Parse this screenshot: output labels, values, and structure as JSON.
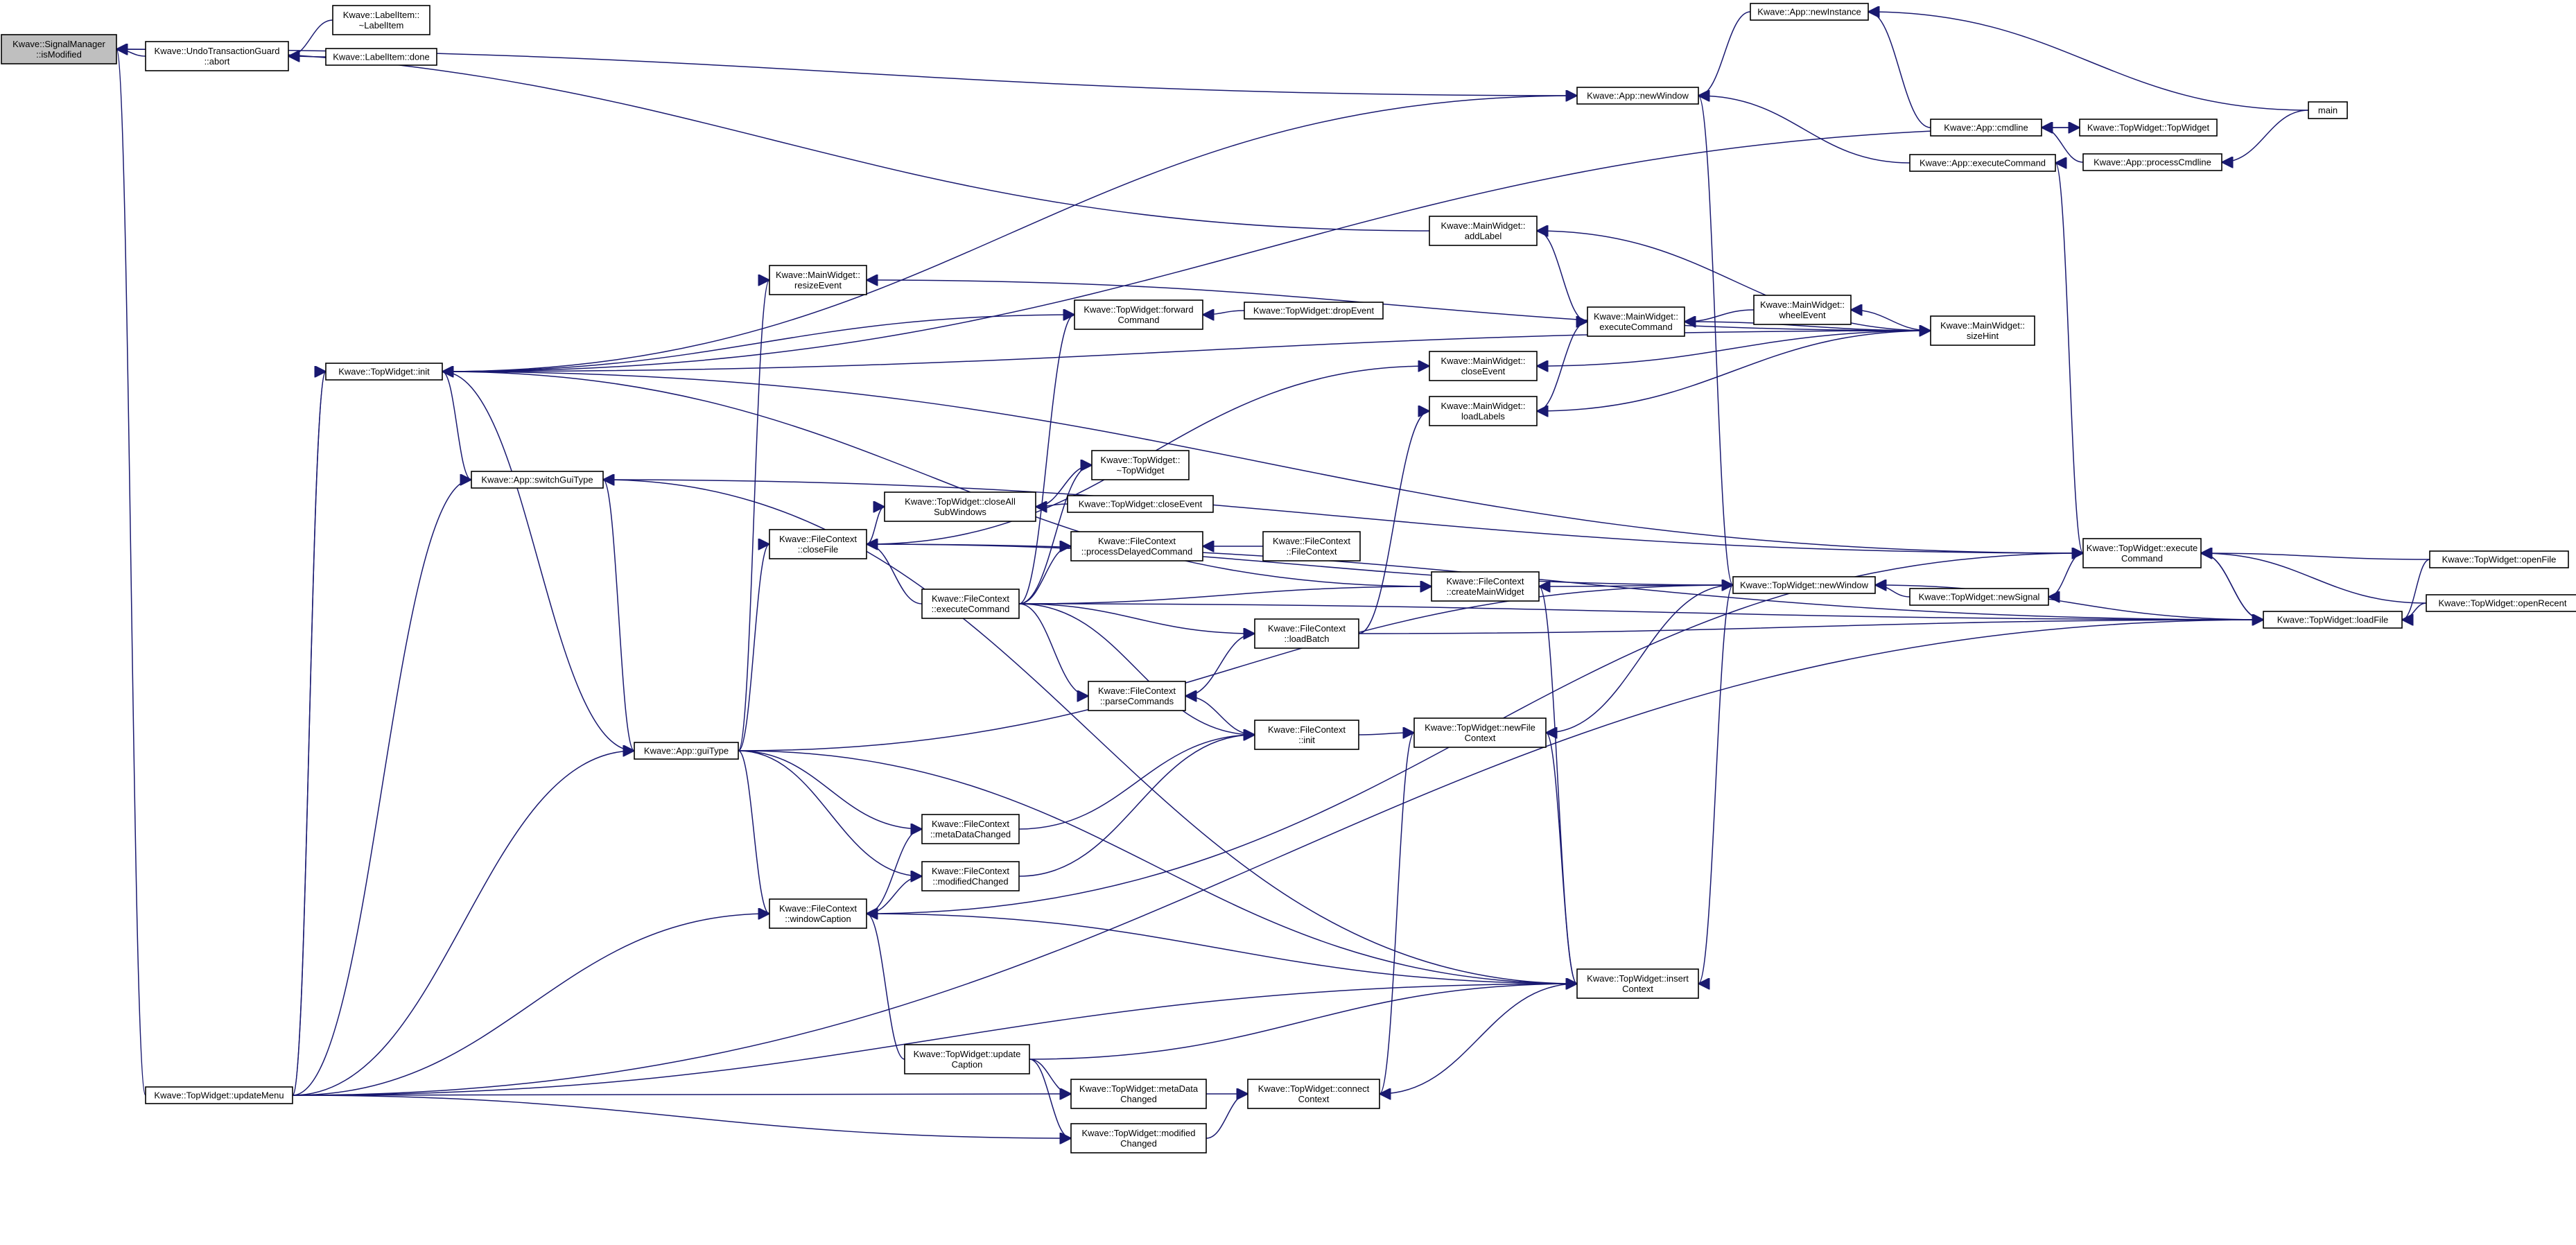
{
  "graph": {
    "nodes": [
      {
        "id": "isModified",
        "lines": [
          "Kwave::SignalManager",
          "::isModified"
        ],
        "root": true
      },
      {
        "id": "utgAbort",
        "lines": [
          "Kwave::UndoTransactionGuard",
          "::abort"
        ]
      },
      {
        "id": "labelItemDtor",
        "lines": [
          "Kwave::LabelItem::",
          "~LabelItem"
        ]
      },
      {
        "id": "labelItemDone",
        "lines": [
          "Kwave::LabelItem::done"
        ]
      },
      {
        "id": "appNewWindow",
        "lines": [
          "Kwave::App::newWindow"
        ]
      },
      {
        "id": "appNewInstance",
        "lines": [
          "Kwave::App::newInstance"
        ]
      },
      {
        "id": "main",
        "lines": [
          "main"
        ]
      },
      {
        "id": "appCmdline",
        "lines": [
          "Kwave::App::cmdline"
        ]
      },
      {
        "id": "twTopWidget",
        "lines": [
          "Kwave::TopWidget::TopWidget"
        ]
      },
      {
        "id": "appExecuteCommand",
        "lines": [
          "Kwave::App::executeCommand"
        ]
      },
      {
        "id": "appProcessCmdline",
        "lines": [
          "Kwave::App::processCmdline"
        ]
      },
      {
        "id": "mwAddLabel",
        "lines": [
          "Kwave::MainWidget::",
          "addLabel"
        ]
      },
      {
        "id": "mwResizeEvent",
        "lines": [
          "Kwave::MainWidget::",
          "resizeEvent"
        ]
      },
      {
        "id": "twForwardCommand",
        "lines": [
          "Kwave::TopWidget::forward",
          "Command"
        ]
      },
      {
        "id": "twDropEvent",
        "lines": [
          "Kwave::TopWidget::dropEvent"
        ]
      },
      {
        "id": "mwExecuteCommand",
        "lines": [
          "Kwave::MainWidget::",
          "executeCommand"
        ]
      },
      {
        "id": "mwWheelEvent",
        "lines": [
          "Kwave::MainWidget::",
          "wheelEvent"
        ]
      },
      {
        "id": "mwSizeHint",
        "lines": [
          "Kwave::MainWidget::",
          "sizeHint"
        ]
      },
      {
        "id": "twInit",
        "lines": [
          "Kwave::TopWidget::init"
        ]
      },
      {
        "id": "mwCloseEvent",
        "lines": [
          "Kwave::MainWidget::",
          "closeEvent"
        ]
      },
      {
        "id": "mwLoadLabels",
        "lines": [
          "Kwave::MainWidget::",
          "loadLabels"
        ]
      },
      {
        "id": "appSwitchGuiType",
        "lines": [
          "Kwave::App::switchGuiType"
        ]
      },
      {
        "id": "twTopWidgetDtor",
        "lines": [
          "Kwave::TopWidget::",
          "~TopWidget"
        ]
      },
      {
        "id": "twCloseAllSubWindows",
        "lines": [
          "Kwave::TopWidget::closeAll",
          "SubWindows"
        ]
      },
      {
        "id": "twCloseEvent",
        "lines": [
          "Kwave::TopWidget::closeEvent"
        ]
      },
      {
        "id": "fcCloseFile",
        "lines": [
          "Kwave::FileContext",
          "::closeFile"
        ]
      },
      {
        "id": "fcProcessDelayedCommand",
        "lines": [
          "Kwave::FileContext",
          "::processDelayedCommand"
        ]
      },
      {
        "id": "fcFileContext",
        "lines": [
          "Kwave::FileContext",
          "::FileContext"
        ]
      },
      {
        "id": "twNewSignal",
        "lines": [
          "Kwave::TopWidget::newSignal"
        ]
      },
      {
        "id": "twExecuteCommand",
        "lines": [
          "Kwave::TopWidget::execute",
          "Command"
        ]
      },
      {
        "id": "twOpenFile",
        "lines": [
          "Kwave::TopWidget::openFile"
        ]
      },
      {
        "id": "fcCreateMainWidget",
        "lines": [
          "Kwave::FileContext",
          "::createMainWidget"
        ]
      },
      {
        "id": "twNewWindow",
        "lines": [
          "Kwave::TopWidget::newWindow"
        ]
      },
      {
        "id": "fcExecuteCommand",
        "lines": [
          "Kwave::FileContext",
          "::executeCommand"
        ]
      },
      {
        "id": "twOpenRecent",
        "lines": [
          "Kwave::TopWidget::openRecent"
        ]
      },
      {
        "id": "twLoadFile",
        "lines": [
          "Kwave::TopWidget::loadFile"
        ]
      },
      {
        "id": "fcLoadBatch",
        "lines": [
          "Kwave::FileContext",
          "::loadBatch"
        ]
      },
      {
        "id": "fcParseCommands",
        "lines": [
          "Kwave::FileContext",
          "::parseCommands"
        ]
      },
      {
        "id": "appGuiType",
        "lines": [
          "Kwave::App::guiType"
        ]
      },
      {
        "id": "fcInit",
        "lines": [
          "Kwave::FileContext",
          "::init"
        ]
      },
      {
        "id": "twNewFileContext",
        "lines": [
          "Kwave::TopWidget::newFile",
          "Context"
        ]
      },
      {
        "id": "fcMetaDataChanged",
        "lines": [
          "Kwave::FileContext",
          "::metaDataChanged"
        ]
      },
      {
        "id": "fcModifiedChanged",
        "lines": [
          "Kwave::FileContext",
          "::modifiedChanged"
        ]
      },
      {
        "id": "fcWindowCaption",
        "lines": [
          "Kwave::FileContext",
          "::windowCaption"
        ]
      },
      {
        "id": "twInsertContext",
        "lines": [
          "Kwave::TopWidget::insert",
          "Context"
        ]
      },
      {
        "id": "twUpdateCaption",
        "lines": [
          "Kwave::TopWidget::update",
          "Caption"
        ]
      },
      {
        "id": "twUpdateMenu",
        "lines": [
          "Kwave::TopWidget::updateMenu"
        ]
      },
      {
        "id": "twMetaDataChanged",
        "lines": [
          "Kwave::TopWidget::metaData",
          "Changed"
        ]
      },
      {
        "id": "twConnectContext",
        "lines": [
          "Kwave::TopWidget::connect",
          "Context"
        ]
      },
      {
        "id": "twModifiedChanged",
        "lines": [
          "Kwave::TopWidget::modified",
          "Changed"
        ]
      }
    ],
    "edges": [
      [
        "utgAbort",
        "isModified"
      ],
      [
        "labelItemDtor",
        "utgAbort"
      ],
      [
        "labelItemDone",
        "utgAbort"
      ],
      [
        "appNewWindow",
        "isModified"
      ],
      [
        "appNewInstance",
        "appNewWindow"
      ],
      [
        "main",
        "appNewInstance"
      ],
      [
        "appCmdline",
        "appNewInstance"
      ],
      [
        "twTopWidget",
        "appCmdline"
      ],
      [
        "appProcessCmdline",
        "appCmdline"
      ],
      [
        "main",
        "appProcessCmdline"
      ],
      [
        "appExecuteCommand",
        "appNewWindow"
      ],
      [
        "twExecuteCommand",
        "appExecuteCommand"
      ],
      [
        "mwAddLabel",
        "isModified"
      ],
      [
        "mwExecuteCommand",
        "mwAddLabel"
      ],
      [
        "mwSizeHint",
        "mwAddLabel"
      ],
      [
        "mwWheelEvent",
        "mwExecuteCommand"
      ],
      [
        "mwSizeHint",
        "mwExecuteCommand"
      ],
      [
        "mwSizeHint",
        "mwWheelEvent"
      ],
      [
        "mwSizeHint",
        "mwResizeEvent"
      ],
      [
        "mwSizeHint",
        "mwCloseEvent"
      ],
      [
        "mwSizeHint",
        "mwLoadLabels"
      ],
      [
        "mwLoadLabels",
        "mwExecuteCommand"
      ],
      [
        "twDropEvent",
        "twForwardCommand"
      ],
      [
        "twUpdateMenu",
        "isModified"
      ],
      [
        "twUpdateMenu",
        "twInit"
      ],
      [
        "twInit",
        "appNewWindow"
      ],
      [
        "twInit",
        "fcCreateMainWidget"
      ],
      [
        "twInit",
        "twExecuteCommand"
      ],
      [
        "twInit",
        "twForwardCommand"
      ],
      [
        "twInit",
        "mwSizeHint"
      ],
      [
        "twInit",
        "twTopWidget"
      ],
      [
        "appSwitchGuiType",
        "twInit"
      ],
      [
        "appSwitchGuiType",
        "twExecuteCommand"
      ],
      [
        "appGuiType",
        "twInit"
      ],
      [
        "appGuiType",
        "appSwitchGuiType"
      ],
      [
        "twCloseAllSubWindows",
        "twTopWidgetDtor"
      ],
      [
        "twCloseEvent",
        "twCloseAllSubWindows"
      ],
      [
        "fcCloseFile",
        "twCloseAllSubWindows"
      ],
      [
        "fcCloseFile",
        "mwCloseEvent"
      ],
      [
        "fcCloseFile",
        "twNewWindow"
      ],
      [
        "fcCloseFile",
        "twLoadFile"
      ],
      [
        "fcExecuteCommand",
        "fcCloseFile"
      ],
      [
        "fcExecuteCommand",
        "fcCreateMainWidget"
      ],
      [
        "fcExecuteCommand",
        "twTopWidgetDtor"
      ],
      [
        "fcExecuteCommand",
        "twForwardCommand"
      ],
      [
        "fcExecuteCommand",
        "fcProcessDelayedCommand"
      ],
      [
        "fcExecuteCommand",
        "fcLoadBatch"
      ],
      [
        "fcExecuteCommand",
        "fcParseCommands"
      ],
      [
        "fcExecuteCommand",
        "fcInit"
      ],
      [
        "fcExecuteCommand",
        "twLoadFile"
      ],
      [
        "fcFileContext",
        "fcProcessDelayedCommand"
      ],
      [
        "fcLoadBatch",
        "fcParseCommands"
      ],
      [
        "fcLoadBatch",
        "twLoadFile"
      ],
      [
        "fcLoadBatch",
        "mwLoadLabels"
      ],
      [
        "fcParseCommands",
        "fcInit"
      ],
      [
        "twNewSignal",
        "twNewWindow"
      ],
      [
        "twExecuteCommand",
        "twNewSignal"
      ],
      [
        "twNewWindow",
        "fcCreateMainWidget"
      ],
      [
        "twNewWindow",
        "twLoadFile"
      ],
      [
        "twNewWindow",
        "twNewFileContext"
      ],
      [
        "twNewWindow",
        "appNewWindow"
      ],
      [
        "twNewWindow",
        "twInsertContext"
      ],
      [
        "twExecuteCommand",
        "twLoadFile"
      ],
      [
        "twLoadFile",
        "twExecuteCommand"
      ],
      [
        "twOpenFile",
        "twLoadFile"
      ],
      [
        "twOpenRecent",
        "twLoadFile"
      ],
      [
        "twOpenFile",
        "twExecuteCommand"
      ],
      [
        "twOpenRecent",
        "twExecuteCommand"
      ],
      [
        "fcCreateMainWidget",
        "twInsertContext"
      ],
      [
        "fcInit",
        "twNewFileContext"
      ],
      [
        "twNewFileContext",
        "twInsertContext"
      ],
      [
        "twNewFileContext",
        "twConnectContext"
      ],
      [
        "appGuiType",
        "fcCloseFile"
      ],
      [
        "appGuiType",
        "twNewWindow"
      ],
      [
        "appGuiType",
        "fcMetaDataChanged"
      ],
      [
        "appGuiType",
        "fcModifiedChanged"
      ],
      [
        "appGuiType",
        "fcWindowCaption"
      ],
      [
        "appGuiType",
        "twInsertContext"
      ],
      [
        "appGuiType",
        "mwResizeEvent"
      ],
      [
        "twUpdateMenu",
        "appGuiType"
      ],
      [
        "fcMetaDataChanged",
        "fcWindowCaption"
      ],
      [
        "fcModifiedChanged",
        "fcWindowCaption"
      ],
      [
        "fcMetaDataChanged",
        "fcInit"
      ],
      [
        "fcModifiedChanged",
        "fcInit"
      ],
      [
        "fcWindowCaption",
        "twExecuteCommand"
      ],
      [
        "fcWindowCaption",
        "twInsertContext"
      ],
      [
        "twUpdateMenu",
        "fcWindowCaption"
      ],
      [
        "twUpdateCaption",
        "fcWindowCaption"
      ],
      [
        "twUpdateCaption",
        "twInsertContext"
      ],
      [
        "twUpdateCaption",
        "twMetaDataChanged"
      ],
      [
        "twUpdateCaption",
        "twModifiedChanged"
      ],
      [
        "twUpdateMenu",
        "twMetaDataChanged"
      ],
      [
        "twUpdateMenu",
        "twModifiedChanged"
      ],
      [
        "twUpdateMenu",
        "twInsertContext"
      ],
      [
        "twUpdateMenu",
        "twLoadFile"
      ],
      [
        "twUpdateMenu",
        "twInit"
      ],
      [
        "twMetaDataChanged",
        "twConnectContext"
      ],
      [
        "twModifiedChanged",
        "twConnectContext"
      ],
      [
        "twConnectContext",
        "twInsertContext"
      ],
      [
        "twUpdateMenu",
        "appSwitchGuiType"
      ],
      [
        "twInsertContext",
        "appSwitchGuiType"
      ]
    ]
  }
}
